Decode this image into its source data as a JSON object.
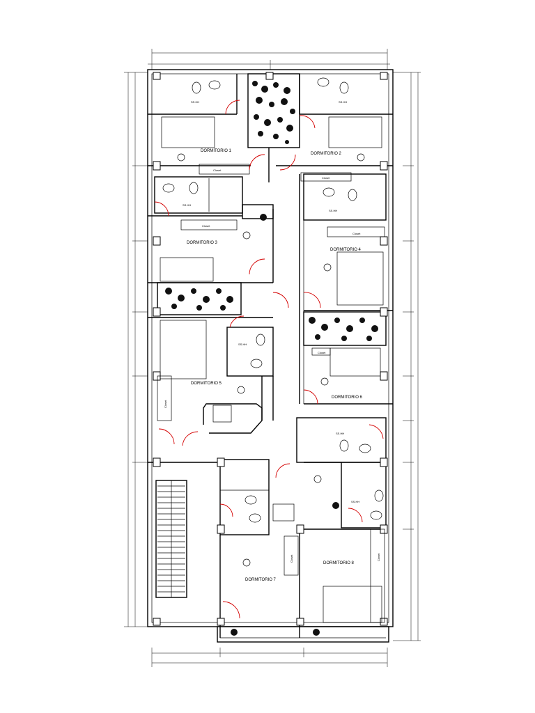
{
  "rooms": {
    "d1": "DORMITORIO 1",
    "d2": "DORMITORIO 2",
    "d3": "DORMITORIO 3",
    "d4": "DORMITORIO 4",
    "d5": "DORMITORIO 5",
    "d6": "DORMITORIO 6",
    "d7": "DORMITORIO 7",
    "d8": "DORMITORIO 8"
  },
  "baths": {
    "b1": "SS.HH",
    "b2": "SS.HH",
    "b3": "SS.HH",
    "b4": "SS.HH",
    "b5": "SS.HH",
    "b6": "SS.HH",
    "b7": "SS.HH"
  },
  "closets": {
    "c1": "Closet",
    "c2": "Closet",
    "c3": "Closet",
    "c4": "Closet",
    "c5": "Closet",
    "c6": "Closet",
    "c7": "Closet",
    "c8": "Closet"
  },
  "colors": {
    "lines": "#000000",
    "doors": "#d40000",
    "background": "#ffffff"
  }
}
